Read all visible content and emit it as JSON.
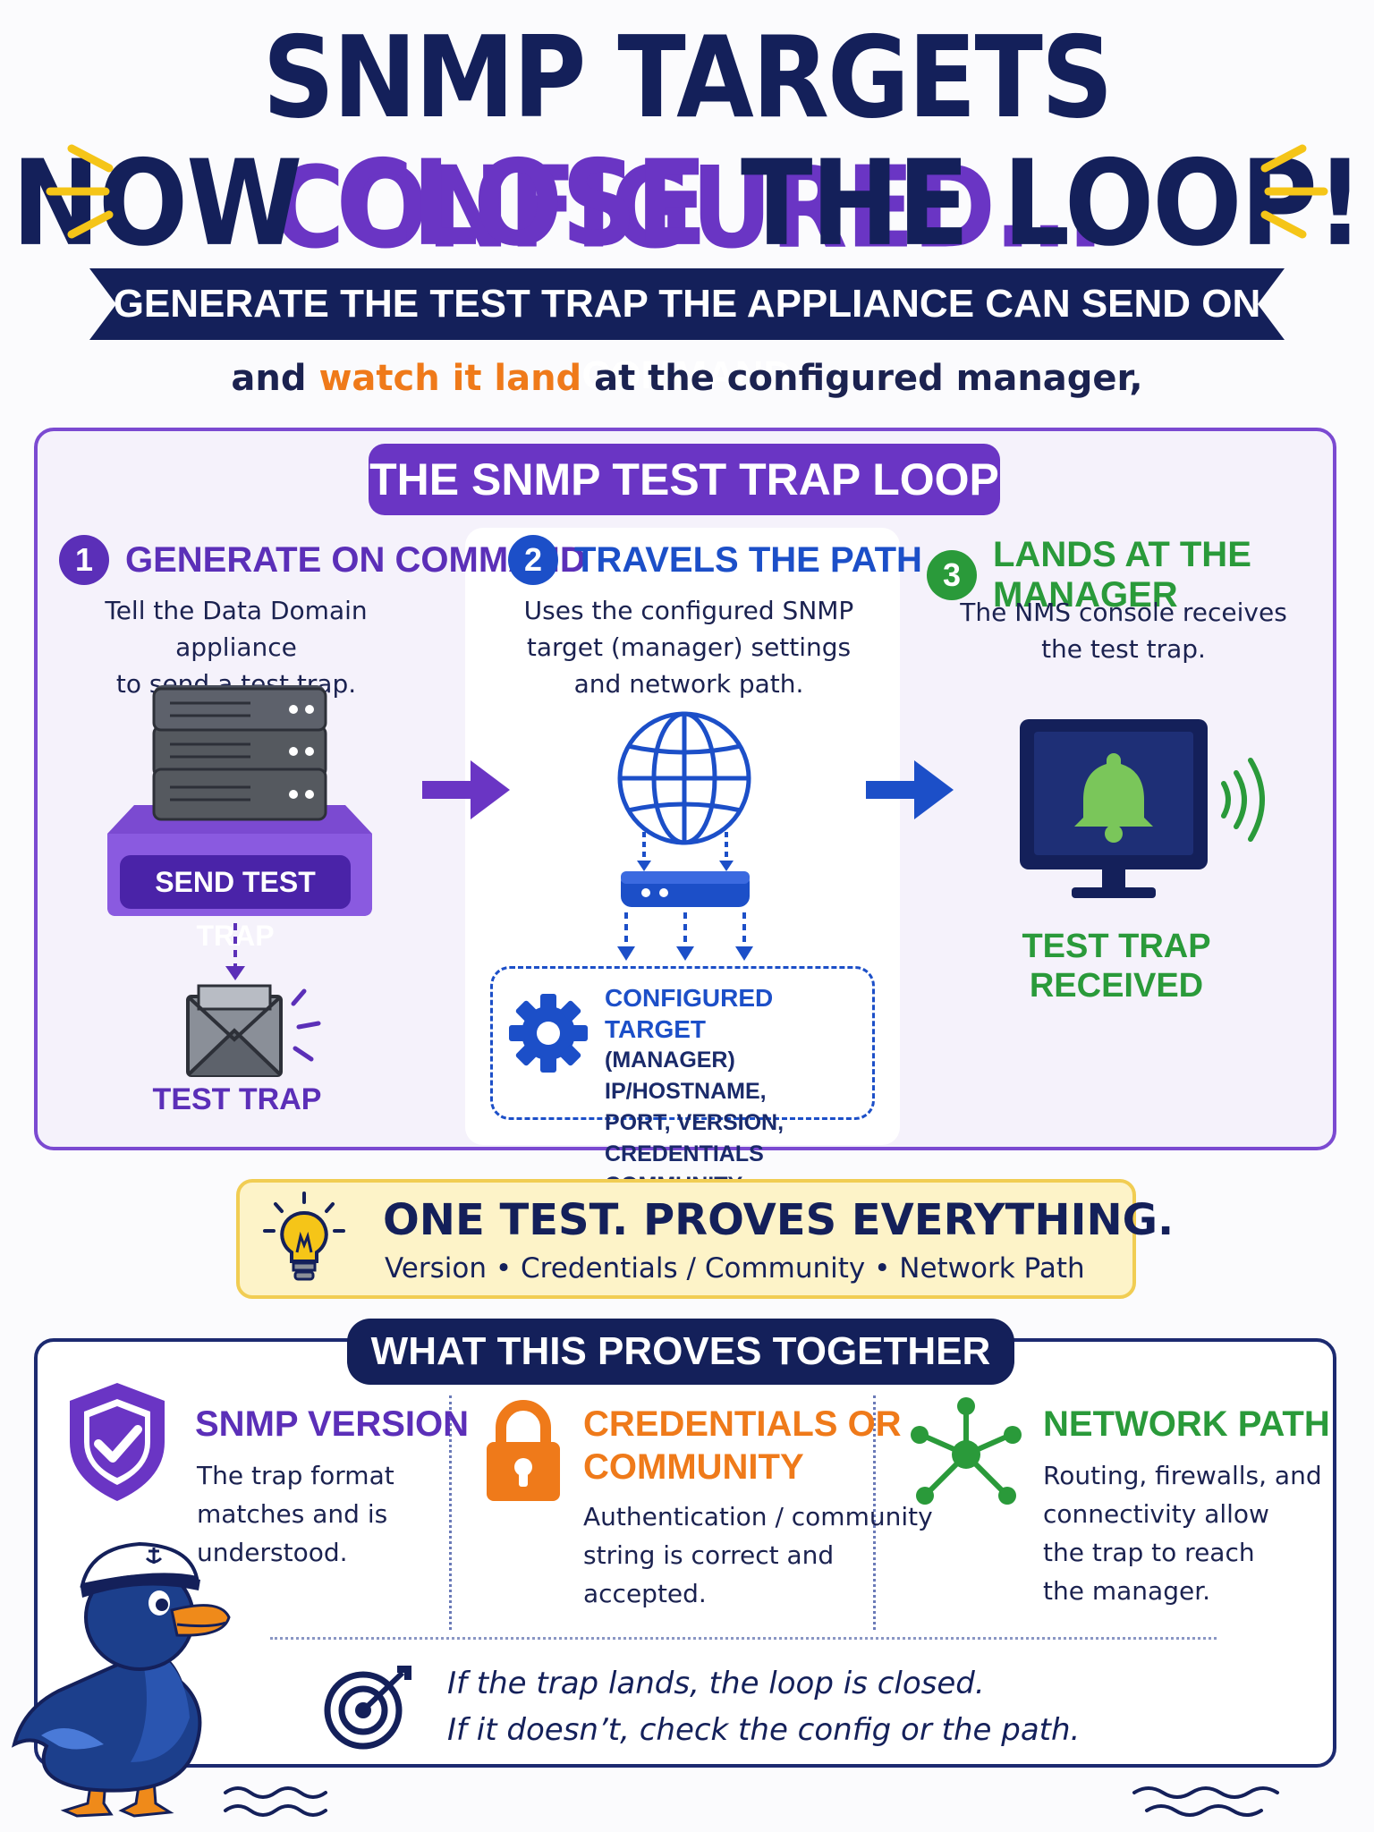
{
  "title": {
    "line1_a": "SNMP TARGETS ",
    "line1_b": "CONFIGURED...",
    "line2_a": "NOW ",
    "line2_b": "CLOSE",
    "line2_c": " THE LOOP!"
  },
  "ribbon": "GENERATE THE TEST TRAP THE APPLIANCE CAN SEND ON COMMAND",
  "subline": {
    "a": "and ",
    "b": "watch it land",
    "c": " at the configured manager,"
  },
  "loop": {
    "title": "THE SNMP TEST TRAP LOOP",
    "steps": [
      {
        "num": "1",
        "title": "GENERATE ON COMMAND",
        "desc": [
          "Tell the Data Domain appliance",
          "to send a test trap."
        ],
        "color": "#5b2fb8"
      },
      {
        "num": "2",
        "title": "TRAVELS THE PATH",
        "desc": [
          "Uses the configured SNMP",
          "target (manager) settings",
          "and network path."
        ],
        "color": "#1c4fc8"
      },
      {
        "num": "3",
        "title": "LANDS AT THE MANAGER",
        "desc": [
          "The NMS console receives",
          "the test trap."
        ],
        "color": "#2a9a3a"
      }
    ],
    "send_button": "SEND TEST TRAP",
    "test_trap_label": "TEST TRAP",
    "received_label": [
      "TEST TRAP",
      "RECEIVED"
    ],
    "target": {
      "title": "CONFIGURED TARGET",
      "lines": [
        "(MANAGER) IP/HOSTNAME,",
        "PORT, VERSION, CREDENTIALS",
        "COMMUNITY"
      ]
    }
  },
  "one_test": {
    "title": "ONE TEST. PROVES EVERYTHING.",
    "sub": "Version • Credentials / Community • Network Path"
  },
  "proves": {
    "title": "WHAT THIS PROVES TOGETHER",
    "items": [
      {
        "title": [
          "SNMP VERSION"
        ],
        "desc": [
          "The trap format",
          "matches and is",
          "understood."
        ],
        "color": "#5b2fb8"
      },
      {
        "title": [
          "CREDENTIALS OR",
          "COMMUNITY"
        ],
        "desc": [
          "Authentication / community",
          "string is correct and",
          "accepted."
        ],
        "color": "#ef7a1a"
      },
      {
        "title": [
          "NETWORK PATH"
        ],
        "desc": [
          "Routing, firewalls, and",
          "connectivity allow",
          "the trap to reach",
          "the manager."
        ],
        "color": "#2a9a3a"
      }
    ],
    "closing": [
      "If the trap lands, the loop is closed.",
      "If it doesn’t, check the config or the path."
    ]
  },
  "colors": {
    "navy": "#14205a",
    "purple": "#6a35c4",
    "blue": "#1c4fc8",
    "green": "#2a9a3a",
    "orange": "#ef7a1a",
    "yellow": "#f5c518"
  },
  "icons": [
    "server-icon",
    "envelope-icon",
    "globe-icon",
    "router-icon",
    "gear-icon",
    "monitor-bell-icon",
    "lightbulb-icon",
    "shield-check-icon",
    "padlock-icon",
    "network-node-icon",
    "target-icon",
    "duck-mascot"
  ]
}
